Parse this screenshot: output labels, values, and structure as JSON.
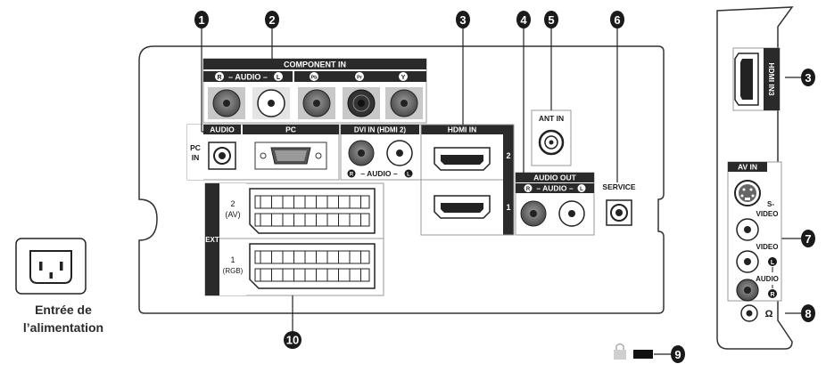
{
  "labels": {
    "component_in": "COMPONENT IN",
    "r_audio_l": "– AUDIO –",
    "r_letter": "R",
    "l_letter": "L",
    "pb_letter": "Pb",
    "pr_letter": "Pr",
    "y_letter": "Y",
    "audio": "AUDIO",
    "pc": "PC",
    "pc_in_1": "PC",
    "pc_in_2": "IN",
    "dvi_in": "DVI IN (HDMI 2)",
    "hdmi_in": "HDMI IN",
    "hdmi_2": "2",
    "hdmi_1": "1",
    "ant_in": "ANT IN",
    "audio_out": "AUDIO OUT",
    "service": "SERVICE",
    "ext": "EXT",
    "ext2_a": "2",
    "ext2_b": "(AV)",
    "ext1_a": "1",
    "ext1_b": "(RGB)",
    "hdmi_in3": "HDMI IN3",
    "av_in": "AV IN",
    "s_video_a": "S-",
    "s_video_b": "VIDEO",
    "video": "VIDEO",
    "audio_side": "AUDIO",
    "headphone": "Ω"
  },
  "callouts": [
    "1",
    "2",
    "3",
    "4",
    "5",
    "6",
    "7",
    "8",
    "9",
    "10",
    "3"
  ],
  "power_caption_1": "Entrée de",
  "power_caption_2": "l’alimentation",
  "colors": {
    "panel_stroke": "#333333",
    "callout_fill": "#1a1a1a",
    "jack_gray": "#7a7a7a",
    "label_bar": "#2a2a2a"
  }
}
